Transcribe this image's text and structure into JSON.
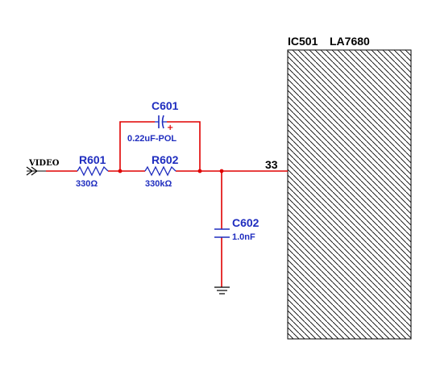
{
  "ic": {
    "designator": "IC501",
    "part": "LA7680",
    "pin": "33"
  },
  "input": {
    "label": "VIDEO"
  },
  "r601": {
    "ref": "R601",
    "value": "330Ω"
  },
  "r602": {
    "ref": "R602",
    "value": "330kΩ"
  },
  "c601": {
    "ref": "C601",
    "value": "0.22uF-POL",
    "polarity": "+"
  },
  "c602": {
    "ref": "C602",
    "value": "1.0nF"
  },
  "colors": {
    "wire": "#e00000",
    "component": "#1f2dbf",
    "text": "#000000"
  }
}
